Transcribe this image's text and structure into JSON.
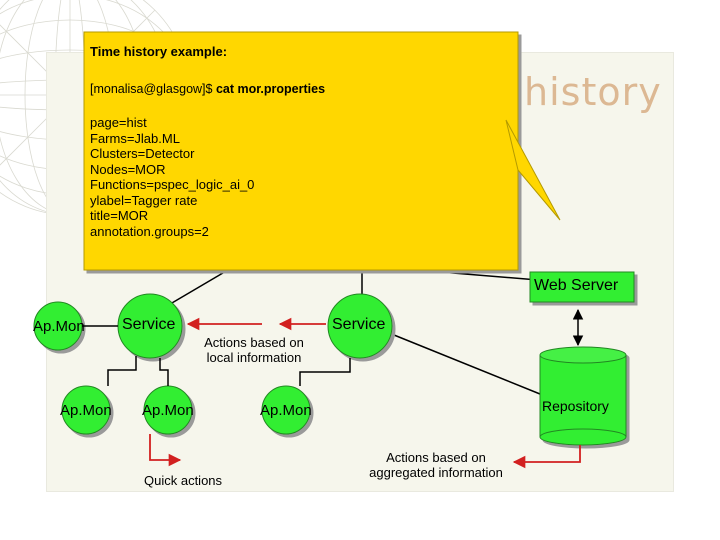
{
  "slide": {
    "title": "history"
  },
  "callout": {
    "heading": "Time history example:",
    "prompt": "[monalisa@glasgow]$",
    "command": "cat mor.properties",
    "properties": [
      "page=hist",
      "Farms=Jlab.ML",
      "Clusters=Detector",
      "Nodes=MOR",
      "Functions=pspec_logic_ai_0",
      "ylabel=Tagger rate",
      "title=MOR",
      "annotation.groups=2"
    ]
  },
  "diagram": {
    "web_server": "Web Server",
    "repository": "Repository",
    "service_left": "Service",
    "service_right": "Service",
    "apmon_left": "Ap.Mon",
    "apmon_bottom_1": "Ap.Mon",
    "apmon_bottom_2": "Ap.Mon",
    "apmon_bottom_3": "Ap.Mon",
    "actions_local_line1": "Actions based on",
    "actions_local_line2": "local information",
    "quick_actions": "Quick actions",
    "actions_aggregated_line1": "Actions based on",
    "actions_aggregated_line2": "aggregated information"
  },
  "colors": {
    "node_green": "#33ee33",
    "callout_yellow": "#ffd700",
    "arrow_red": "#d22020",
    "title_tan": "#dcb893",
    "panel_bg": "#f6f6ec"
  }
}
